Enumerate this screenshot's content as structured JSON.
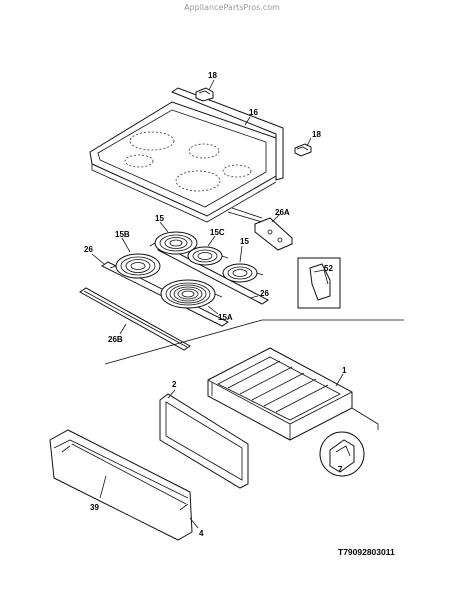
{
  "header": {
    "site": "AppliancePartsPros.com"
  },
  "labels": {
    "p18a": "18",
    "p18b": "18",
    "p16": "16",
    "p26a": "26A",
    "p15a_top": "15",
    "p15c": "15C",
    "p15b": "15B",
    "p15_right": "15",
    "p26_left": "26",
    "p26_right": "26",
    "p15a": "15A",
    "p26b": "26B",
    "p52": "52",
    "p2": "2",
    "p1": "1",
    "p7": "7",
    "p39": "39",
    "p4": "4"
  },
  "footer": {
    "code": "T79092803011"
  }
}
